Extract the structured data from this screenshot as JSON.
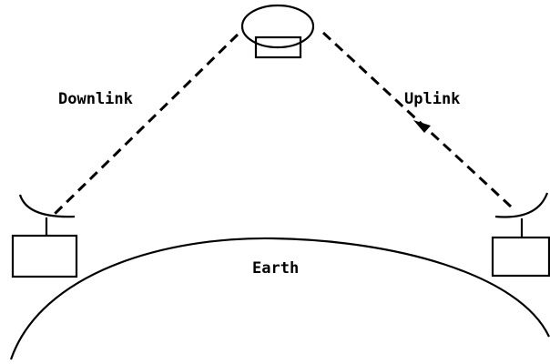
{
  "diagram": {
    "labels": {
      "downlink": "Downlink",
      "uplink": "Uplink",
      "earth": "Earth"
    },
    "elements": {
      "satellite": "satellite-icon",
      "left_station": "ground-station-icon",
      "right_station": "ground-station-icon",
      "earth_surface": "earth-arc"
    },
    "colors": {
      "line": "#000000",
      "background": "#ffffff"
    }
  }
}
